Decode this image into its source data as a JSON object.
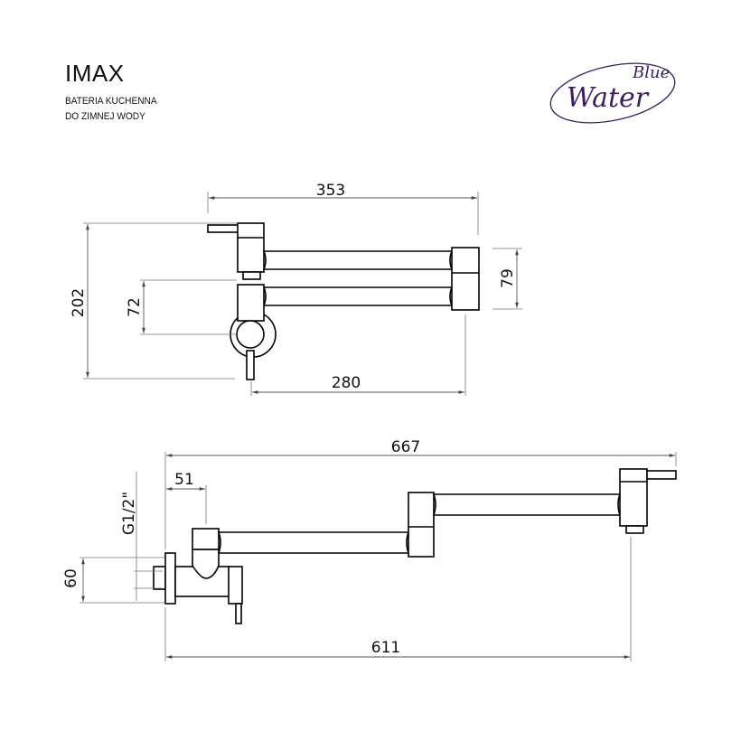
{
  "header": {
    "title": "IMAX",
    "subtitle_line1": "BATERIA KUCHENNA",
    "subtitle_line2": "DO ZIMNEJ WODY"
  },
  "logo": {
    "line1": "Blue",
    "line2": "Water",
    "color": "#3a1f5c"
  },
  "top_view": {
    "dim_width_total": "353",
    "dim_height_total": "202",
    "dim_inlet_offset": "72",
    "dim_arm_spacing": "79",
    "dim_arm_length": "280"
  },
  "side_view": {
    "dim_total_length": "667",
    "dim_inlet_depth": "51",
    "dim_thread": "G1/2\"",
    "dim_flange": "60",
    "dim_reach": "611"
  }
}
